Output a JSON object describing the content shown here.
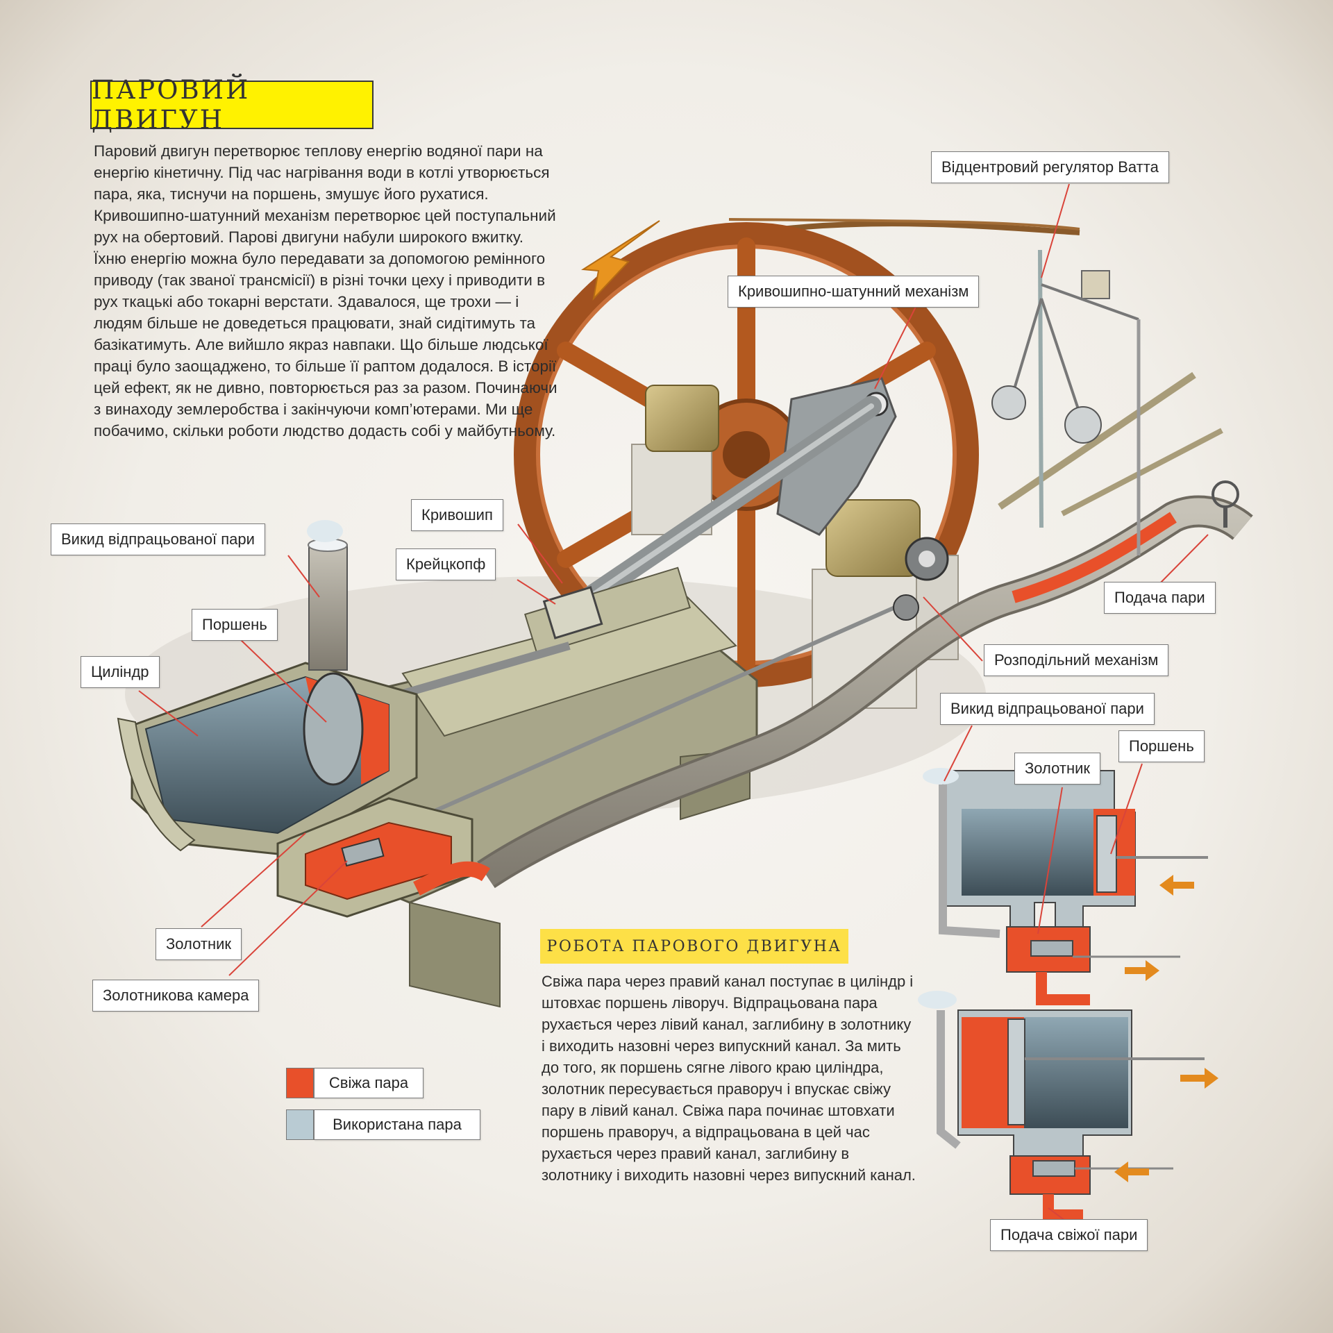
{
  "title": "ПАРОВИЙ ДВИГУН",
  "intro": "Паровий двигун перетворює теплову енергію водяної пари на енергію кінетичну. Під час нагрівання води в котлі утворюється пара, яка, тиснучи на поршень, змушує його рухатися.  Кривошипно-шатунний механізм перетворює цей поступальний рух на обертовий. Парові двигуни набули широкого вжитку. Їхню енергію можна було передавати за допомогою ремінного приводу (так званої трансмісії) в різні точки цеху і приводити в рух ткацькі або токарні верстати. Здавалося, ще трохи — і людям більше не доведеться працювати, знай сидітимуть та базікатимуть. Але вийшло якраз навпаки. Що більше людської праці було заощаджено, то більше її раптом додалося. В історії цей ефект, як не дивно, повторюється раз за разом. Починаючи з винаходу землеробства і закінчуючи комп’ютерами. Ми ще побачимо, скільки роботи людство додасть собі у майбутньому.",
  "labels": {
    "exhaust_left": "Викид відпрацьованої пари",
    "piston_left": "Поршень",
    "cylinder": "Циліндр",
    "valve_left": "Золотник",
    "valve_chamber": "Золотникова камера",
    "crank": "Кривошип",
    "crosshead": "Крейцкопф",
    "crank_mechanism": "Кривошипно-шатунний  механізм",
    "governor": "Відцентровий регулятор Ватта",
    "steam_supply": "Подача пари",
    "distribution": "Розподільний механізм",
    "exhaust_right": "Викид відпрацьованої пари",
    "valve_right": "Золотник",
    "piston_right": "Поршень",
    "fresh_supply": "Подача свіжої пари"
  },
  "legend": {
    "fresh": {
      "label": "Свіжа пара",
      "color": "#e8502a"
    },
    "used": {
      "label": "Використана пара",
      "color": "#b9cbd3"
    }
  },
  "work_title": "РОБОТА ПАРОВОГО ДВИГУНА",
  "work_text": "Свіжа пара через правий канал поступає в циліндр і штовхає поршень ліворуч. Відпрацьована пара рухається через лівий канал, заглибину в золотнику і виходить назовні через випускний канал. За мить до того, як поршень сягне лівого краю циліндра, золотник пересувається праворуч і впускає свіжу пару в лівий канал. Свіжа пара починає штовхати поршень праворуч, а відпрацьована в цей час рухається через правий канал, заглибину в золотнику і виходить назовні через випускний канал.",
  "colors": {
    "title_bg": "#fff200",
    "subtitle_bg": "#fde047",
    "steam_red": "#e8502a",
    "arrow_orange": "#e38a1e",
    "leader_red": "#d9443a"
  }
}
